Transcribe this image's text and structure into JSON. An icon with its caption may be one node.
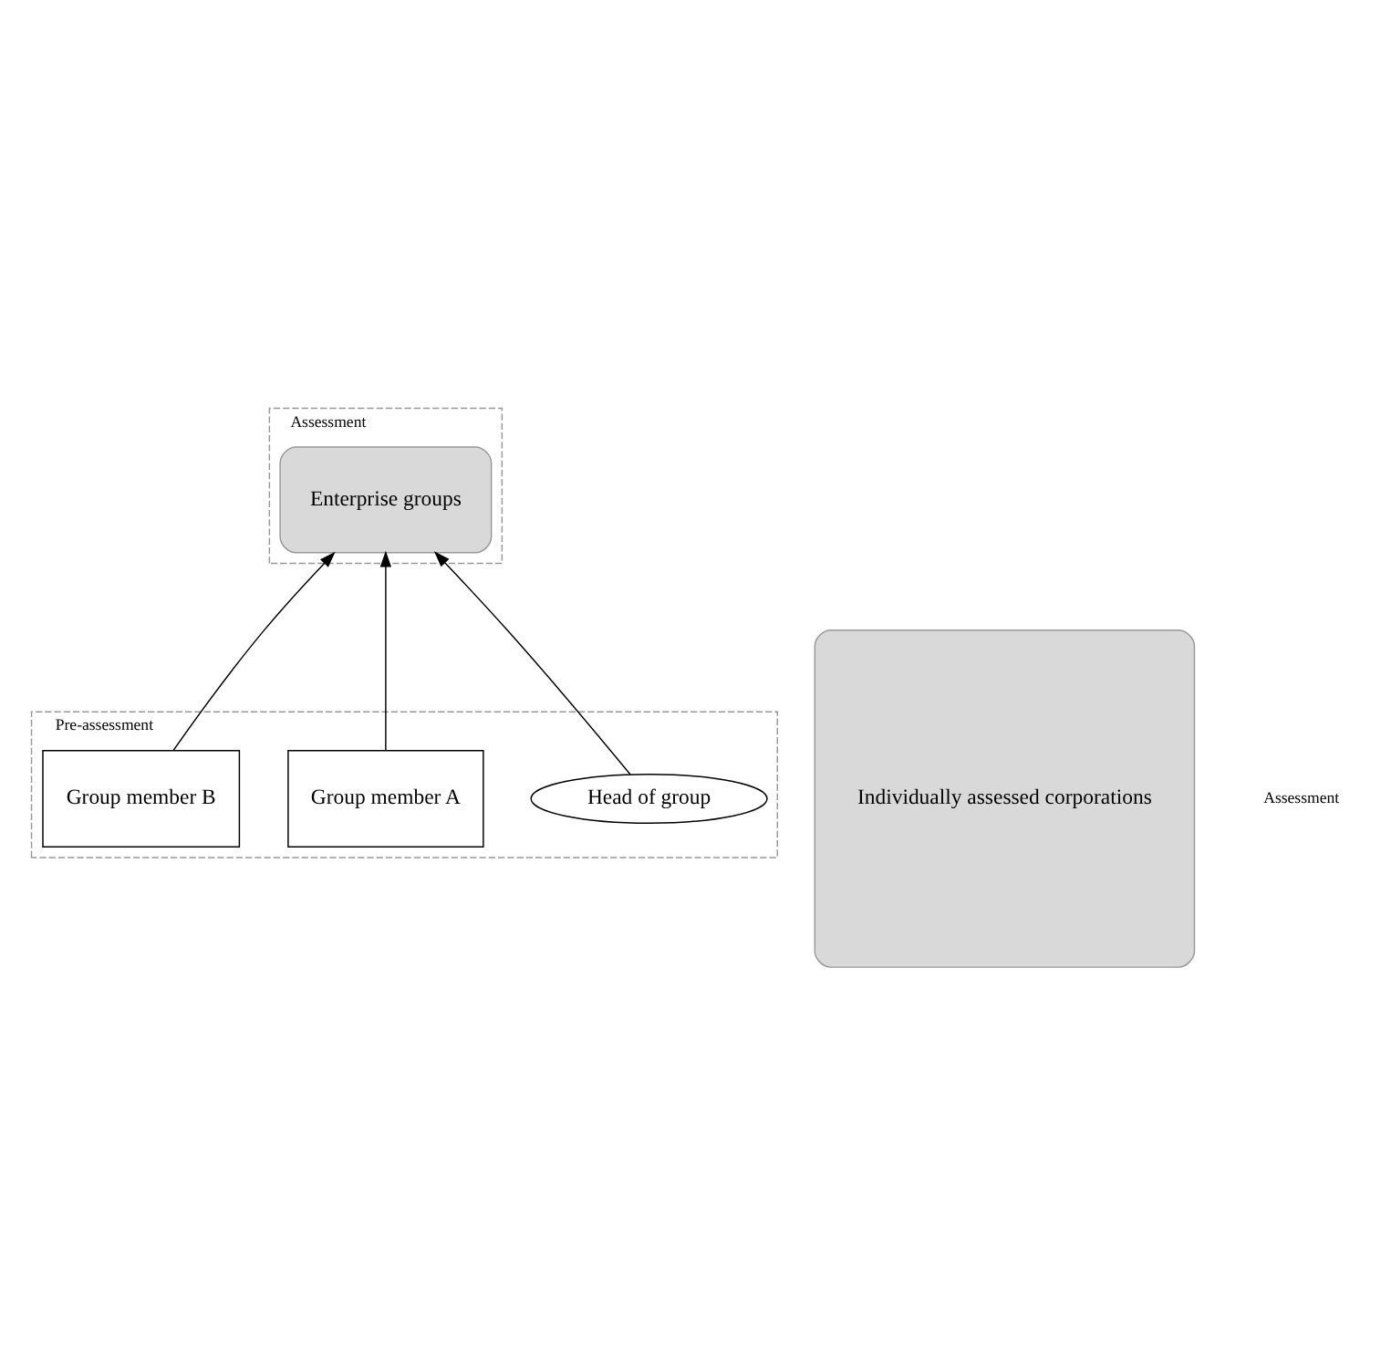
{
  "diagram": {
    "nodes": [
      {
        "text": [
          "Assessment"
        ]
      },
      {
        "text": [
          "Individually assessed corporations"
        ]
      },
      {
        "text": [
          "Enterprise groups"
        ],
        "in": 0
      },
      {
        "text": [
          "Pre-assessment"
        ]
      },
      {
        "text": [
          "Head of group"
        ],
        "in": 3
      },
      {
        "text": [
          "Group member A"
        ],
        "in": 3
      },
      {
        "text": [
          "Group member B"
        ],
        "in": 3
      }
    ],
    "edges": [
      {
        "from": 5,
        "to": 2,
        "arrow": "to"
      },
      {
        "from": 4,
        "to": 2,
        "arrow": "to"
      },
      {
        "from": 6,
        "to": 2,
        "arrow": "to"
      }
    ],
    "labels": [
      "Assessment"
    ]
  }
}
